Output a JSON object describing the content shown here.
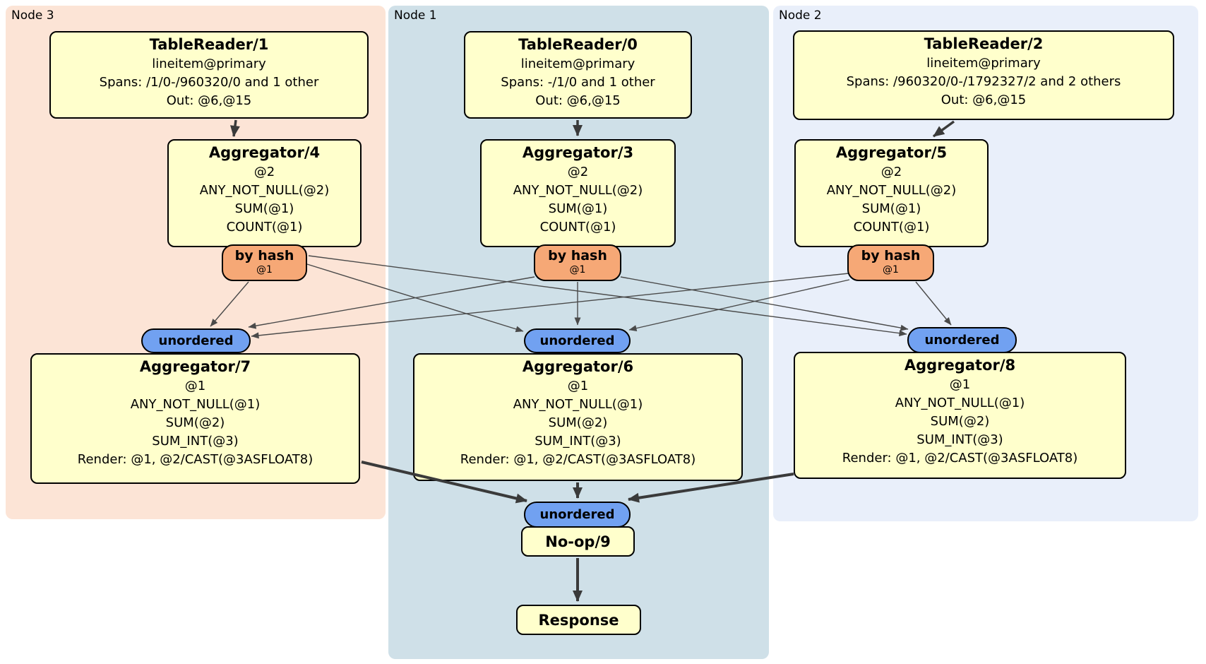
{
  "nodes": [
    {
      "label": "Node 3"
    },
    {
      "label": "Node 1"
    },
    {
      "label": "Node 2"
    }
  ],
  "processors": {
    "tr1": {
      "title": "TableReader/1",
      "lines": [
        "lineitem@primary",
        "Spans: /1/0-/960320/0 and 1 other",
        "Out: @6,@15"
      ]
    },
    "tr0": {
      "title": "TableReader/0",
      "lines": [
        "lineitem@primary",
        "Spans: -/1/0 and 1 other",
        "Out: @6,@15"
      ]
    },
    "tr2": {
      "title": "TableReader/2",
      "lines": [
        "lineitem@primary",
        "Spans: /960320/0-/1792327/2 and 2 others",
        "Out: @6,@15"
      ]
    },
    "agg4": {
      "title": "Aggregator/4",
      "lines": [
        "@2",
        "ANY_NOT_NULL(@2)",
        "SUM(@1)",
        "COUNT(@1)"
      ]
    },
    "agg3": {
      "title": "Aggregator/3",
      "lines": [
        "@2",
        "ANY_NOT_NULL(@2)",
        "SUM(@1)",
        "COUNT(@1)"
      ]
    },
    "agg5": {
      "title": "Aggregator/5",
      "lines": [
        "@2",
        "ANY_NOT_NULL(@2)",
        "SUM(@1)",
        "COUNT(@1)"
      ]
    },
    "agg7": {
      "title": "Aggregator/7",
      "lines": [
        "@1",
        "ANY_NOT_NULL(@1)",
        "SUM(@2)",
        "SUM_INT(@3)",
        "Render: @1, @2/CAST(@3ASFLOAT8)"
      ]
    },
    "agg6": {
      "title": "Aggregator/6",
      "lines": [
        "@1",
        "ANY_NOT_NULL(@1)",
        "SUM(@2)",
        "SUM_INT(@3)",
        "Render: @1, @2/CAST(@3ASFLOAT8)"
      ]
    },
    "agg8": {
      "title": "Aggregator/8",
      "lines": [
        "@1",
        "ANY_NOT_NULL(@1)",
        "SUM(@2)",
        "SUM_INT(@3)",
        "Render: @1, @2/CAST(@3ASFLOAT8)"
      ]
    },
    "noop": {
      "title": "No-op/9"
    },
    "response": {
      "title": "Response"
    }
  },
  "routers": {
    "by_hash": "by hash",
    "hash_key": "@1",
    "unordered": "unordered"
  },
  "colors": {
    "node3_bg": "#fce4d6",
    "node1_bg": "#cfe0e8",
    "node2_bg": "#e9effa",
    "box_fill": "#ffffcc",
    "router_hash_fill": "#f6a876",
    "router_unordered_fill": "#71a1f1",
    "edge_thick": "#3a3a3a",
    "edge_thin": "#4a4a4a",
    "border": "#000000"
  }
}
